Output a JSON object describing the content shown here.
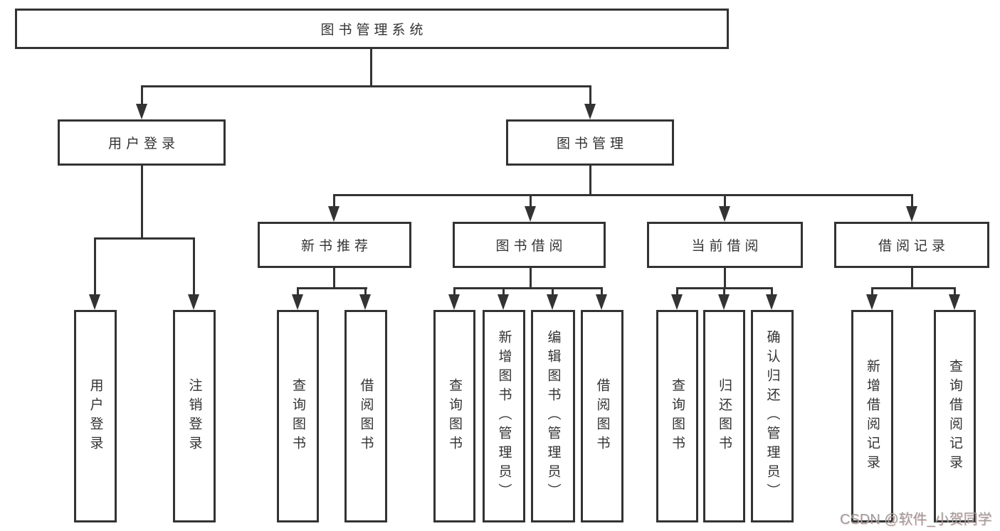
{
  "diagram": {
    "type": "tree",
    "title": "图书管理系统",
    "tree": {
      "label": "图书管理系统",
      "children": [
        {
          "label": "用户登录",
          "children": [
            {
              "label": "用户登录"
            },
            {
              "label": "注销登录"
            }
          ]
        },
        {
          "label": "图书管理",
          "children": [
            {
              "label": "新书推荐",
              "children": [
                {
                  "label": "查询图书"
                },
                {
                  "label": "借阅图书"
                }
              ]
            },
            {
              "label": "图书借阅",
              "children": [
                {
                  "label": "查询图书"
                },
                {
                  "label": "新增图书（管理员）"
                },
                {
                  "label": "编辑图书（管理员）"
                },
                {
                  "label": "借阅图书"
                }
              ]
            },
            {
              "label": "当前借阅",
              "children": [
                {
                  "label": "查询图书"
                },
                {
                  "label": "归还图书"
                },
                {
                  "label": "确认归还（管理员）"
                }
              ]
            },
            {
              "label": "借阅记录",
              "children": [
                {
                  "label": "新增借阅记录"
                },
                {
                  "label": "查询借阅记录"
                }
              ]
            }
          ]
        }
      ]
    },
    "colors": {
      "line": "#333333",
      "box_background": "#ffffff",
      "text": "#333333",
      "watermark": "#9d9d9d"
    },
    "watermark": "CSDN @软件_小贺同学"
  }
}
